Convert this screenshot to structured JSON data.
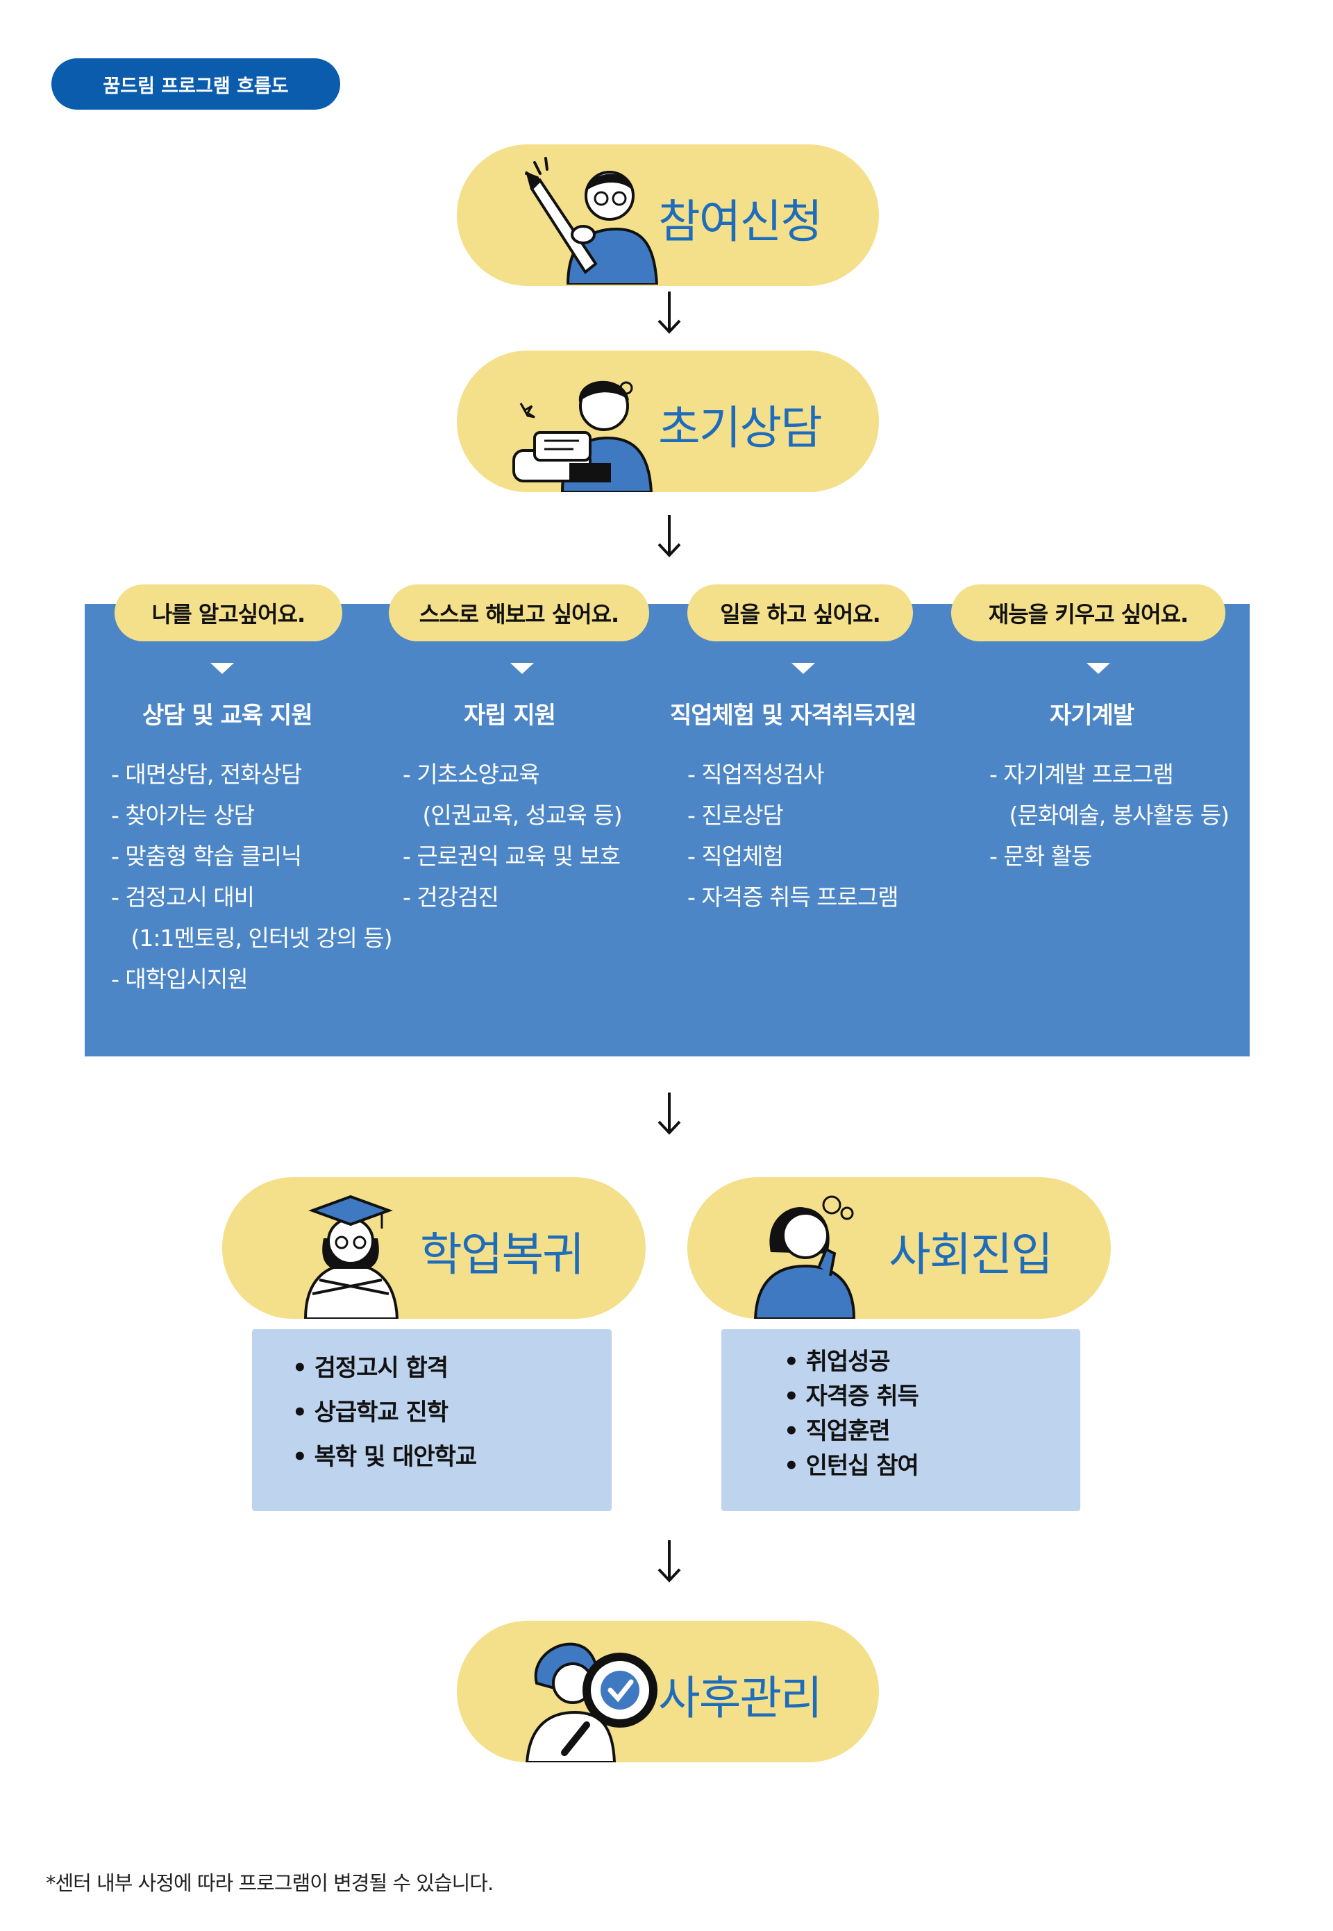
{
  "header": {
    "title": "꿈드림 프로그램 흐름도"
  },
  "stages": {
    "apply": "참여신청",
    "consult": "초기상담",
    "return_school": "학업복귀",
    "employment": "사회진입",
    "aftercare": "사후관리"
  },
  "columns": [
    {
      "tag": "나를 알고싶어요.",
      "title": "상담 및 교육 지원",
      "items": [
        "-  대면상담, 전화상담",
        "-  찾아가는 상담",
        "-  맞춤형 학습 클리닉",
        "-  검정고시 대비",
        "   (1:1멘토링, 인터넷 강의 등)",
        "-  대학입시지원"
      ]
    },
    {
      "tag": "스스로 해보고 싶어요.",
      "title": "자립 지원",
      "items": [
        "-  기초소양교육",
        "   (인권교육, 성교육 등)",
        "-  근로권익 교육 및 보호",
        "-  건강검진"
      ]
    },
    {
      "tag": "일을 하고 싶어요.",
      "title": "직업체험 및 자격취득지원",
      "items": [
        "- 직업적성검사",
        "- 진로상담",
        "- 직업체험",
        "- 자격증 취득 프로그램"
      ]
    },
    {
      "tag": "재능을 키우고 싶어요.",
      "title": "자기계발",
      "items": [
        "-  자기계발 프로그램",
        "   (문화예술, 봉사활동 등)",
        "-  문화 활동"
      ]
    }
  ],
  "results": {
    "return_school": [
      "•  검정고시 합격",
      "•  상급학교 진학",
      "•  복학 및 대안학교"
    ],
    "employment": [
      "•  취업성공",
      "•  자격증 취득",
      "•  직업훈련",
      "•  인턴십 참여"
    ]
  },
  "footnote": "*센터 내부 사정에 따라 프로그램이 변경될 수 있습니다.",
  "colors": {
    "header_bg": "#0b5cad",
    "stage_bg": "#f4e08a",
    "stage_text": "#1e6cbc",
    "panel_bg": "#4d86c6",
    "result_bg": "#bed3ee"
  },
  "icons": [
    "person-writing-icon",
    "person-typing-icon",
    "graduate-icon",
    "thinking-person-icon",
    "magnifier-check-icon",
    "down-arrow-icon"
  ]
}
